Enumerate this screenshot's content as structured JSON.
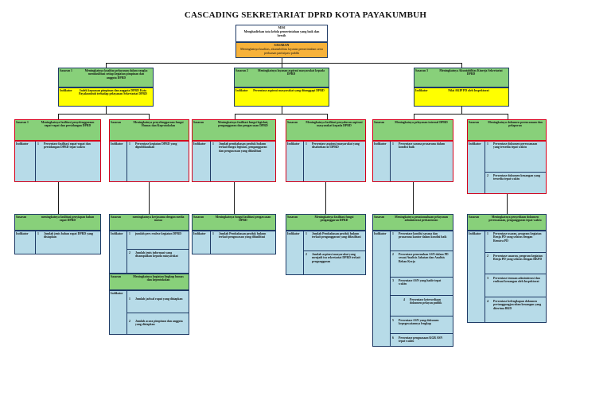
{
  "title": "CASCADING SEKRETARIAT DPRD KOTA PAYAKUMBUH",
  "top": {
    "misi_label": "MISI",
    "misi_text": "Menghadirkan tata kelola pemerintahan yang baik dan bersih",
    "sasaran_label": "SASARAN",
    "sasaran_text": "Meningkatnya kualitas, akuntabilitas layanan pemerintahan serta perluasan partisipasi publik"
  },
  "level1": [
    {
      "label": "Sasaran 1",
      "text": "Meningkatnya kualitas pelayanan dalam rangka memfasilitasi setiap kegiatan pimpinan dan anggota DPRD",
      "ind_label": "Indikator",
      "ind_text": "Indek kepuasan pimpinan dan anggota DPRD Kota Payakumbuh terhadap pelayanan Sekretariat DPRD"
    },
    {
      "label": "Sasaran 2",
      "text": "Meningkatnya layanan aspirasi masyarakat kepada DPRD",
      "ind_label": "Indikator",
      "ind_text": "Persentase aspirasi masyarakat yang ditanggapi DPRD"
    },
    {
      "label": "Sasaran 3",
      "text": "Meningkatnya Akuntabilitas Kinerja Sekretariat DPRD",
      "ind_label": "Indikator",
      "ind_text": "Nilai AKIP PD oleh Inspektorat"
    }
  ],
  "level2": [
    {
      "label": "Sasaran 1",
      "text": "Meningkatnya fasilitasi penyelenggaraan rapat-rapat dan persidangan DPRD",
      "ind_label": "Indikator",
      "num": "1",
      "ind_text": "Persentase fasilitasi rapat-rapat dan persidangan DPRD tepat waktu"
    },
    {
      "label": "Sasaran",
      "text": "Meningkatnya penyelenggaraan fungsi Humas dan Keprotokolan",
      "ind_label": "Indikator",
      "num": "1",
      "ind_text": "Persentase kegiatan DPRD yang dipublikasikan"
    },
    {
      "label": "Sasaran",
      "text": "Meningkatnya fasilitasi fungsi legislasi, penganggaran dan pengawasan DPRD",
      "ind_label": "Indikator",
      "num": "1",
      "ind_text": "Jumlah pembahasan produk hukum terkait fungsi legislasi, penganggaran dan pengawasan yang difasilitasi"
    },
    {
      "label": "Sasaran",
      "text": "Meningkatnya fasilitasi penyaluran aspirasi masyarakat kepada DPRD",
      "ind_label": "Indikator",
      "num": "1",
      "ind_text": "Persentase aspirasi masyarakat yang disalurkan ke DPRD"
    },
    {
      "label": "Sasaran",
      "text": "Meningkatnya pelayanan internal DPRD",
      "ind_label": "Indikator",
      "num": "1",
      "ind_text": "Persentase sarana prasarana dalam kondisi baik"
    },
    {
      "label": "Sasaran",
      "text": "Meningkatnya dokumen perencanaan dan pelaporan",
      "ind_label": "Indikator",
      "num": "1",
      "ind_text": "Persentase dokumen perencanaan yang tersedia tepat waktu",
      "num2": "2",
      "ind_text2": "Persentase dokumen keuangan yang tersedia tepat waktu"
    }
  ],
  "level3": [
    {
      "label": "Sasaran",
      "text": "meningkatnya fasilitasi penyiapan bahan rapat DPRD",
      "ind_label": "Indikator",
      "items": [
        {
          "num": "1",
          "text": "Jumlah jenis bahan rapat DPRD yang disiapkan"
        }
      ]
    },
    {
      "label": "Sasaran",
      "text": "meningkatnya kerjasama dengan media massa",
      "ind_label": "Indikator",
      "items": [
        {
          "num": "1",
          "text": "jumlah pers realese kegiatan DPRD"
        },
        {
          "num": "2",
          "text": "Jumlah jenis informasi yang disampaikan kepada masyarakat"
        }
      ],
      "sub": {
        "label": "Sasaran",
        "text": "Meningkatnya kegiatan lingkup humas dan keprotokolan",
        "ind_label": "Indikator",
        "items": [
          {
            "num": "1",
            "text": "Jumlah jadwal rapat yang disiapkan"
          },
          {
            "num": "2",
            "text": "Jumlah acara pimpinan dan anggota yang disiapkan"
          }
        ]
      }
    },
    {
      "label": "Sasaran",
      "text": "Meningkatnya fungsi fasilitasi pengawasan DPRD",
      "ind_label": "Indikator",
      "items": [
        {
          "num": "1",
          "text": "Jumlah Pembahasan produk hukum terkait pengawasan yang difasilitasi"
        }
      ]
    },
    {
      "label": "Sasaran",
      "text": "Meningkatnya fasilitasi fungsi penganggaran DPRD",
      "ind_label": "Indikator",
      "items": [
        {
          "num": "1",
          "text": "Jumlah Pembahasan produk hukum terkait penganggaran yang difasilitasi"
        },
        {
          "num": "2",
          "text": "Jumlah aspirasi masyarakat yang menjadi isu sekretariat DPRD terkait penganggaran"
        }
      ]
    },
    {
      "label": "Sasaran",
      "text": "Meningkatnya penatausahaan pelayanan administrasi perkantoran",
      "ind_label": "Indikator",
      "items": [
        {
          "num": "1",
          "text": "Persentase kondisi sarana dan prasarana kantor dalam kondisi baik"
        },
        {
          "num": "2",
          "text": "Persentase pemenuhan ASN dalam PD sesuai Analisis Jabatan dan Analisis Beban Kerja"
        },
        {
          "num": "3",
          "text": "Persentase ASN yang hadir tepat waktu"
        },
        {
          "num": "4",
          "text": "Persentase ketersediaan dokumen pelayan publik"
        },
        {
          "num": "5",
          "text": "Persentase ASN yang dokumen kepegawaiannya lengkap"
        },
        {
          "num": "6",
          "text": "Persentase penguasaan KGB ASN tepat waktu"
        }
      ]
    },
    {
      "label": "Sasaran",
      "text": "Meningkatnya penyediaan dokumen perencanaan, penganggaran tepat waktu",
      "ind_label": "Indikator",
      "items": [
        {
          "num": "1",
          "text": "Persentase usaran, program kegiatan Renja PD yang selaras dengan Renstra PD"
        },
        {
          "num": "2",
          "text": "Persentase sasaran, program kegiatan Renja PD yang selaras dengan RKPD"
        },
        {
          "num": "3",
          "text": "Persentase temuan administrasi dan realisasi keuangan oleh Inspektorat"
        },
        {
          "num": "4",
          "text": "Persentase kelengkapan dokumen pertanggungjawaban keuangan yang diterima BKD"
        }
      ]
    }
  ]
}
